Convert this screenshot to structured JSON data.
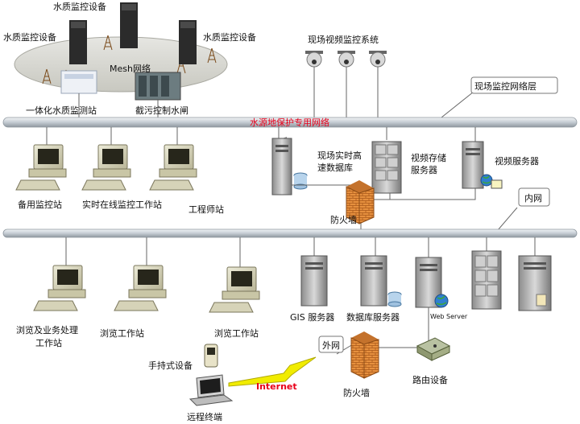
{
  "labels": {
    "water_device_top": "水质监控设备",
    "water_device_left": "水质监控设备",
    "water_device_right": "水质监控设备",
    "mesh": "Mesh网络",
    "integrated_station": "一体化水质监测站",
    "sewage_gate": "截污控制水闸",
    "video_system": "现场视频监控系统",
    "field_network": "现场监控网络层",
    "private_network": "水源地保护专用网络",
    "realtime_db_1": "现场实时高",
    "realtime_db_2": "速数据库",
    "video_storage_1": "视频存储",
    "video_storage_2": "服务器",
    "video_server": "视频服务器",
    "firewall_inner": "防火墙",
    "backup_station": "备用监控站",
    "online_station": "实时在线监控工作站",
    "engineer_station": "工程师站",
    "intranet": "内网",
    "browse_business_1": "浏览及业务处理",
    "browse_business_2": "工作站",
    "browse_station_1": "浏览工作站",
    "browse_station_2": "浏览工作站",
    "gis_server": "GIS 服务器",
    "db_server": "数据库服务器",
    "web_server": "Web Server",
    "handheld": "手持式设备",
    "extranet": "外网",
    "internet": "Internet",
    "firewall_outer": "防火墙",
    "router": "路由设备",
    "remote_terminal": "远程终端"
  },
  "colors": {
    "bus": "#c9cfd5",
    "server": "#b9b9b9",
    "monitor": "#d6d3b8",
    "firewall": "#e08a3a",
    "red_text": "#e8001a",
    "lightning": "#f1ec00"
  }
}
